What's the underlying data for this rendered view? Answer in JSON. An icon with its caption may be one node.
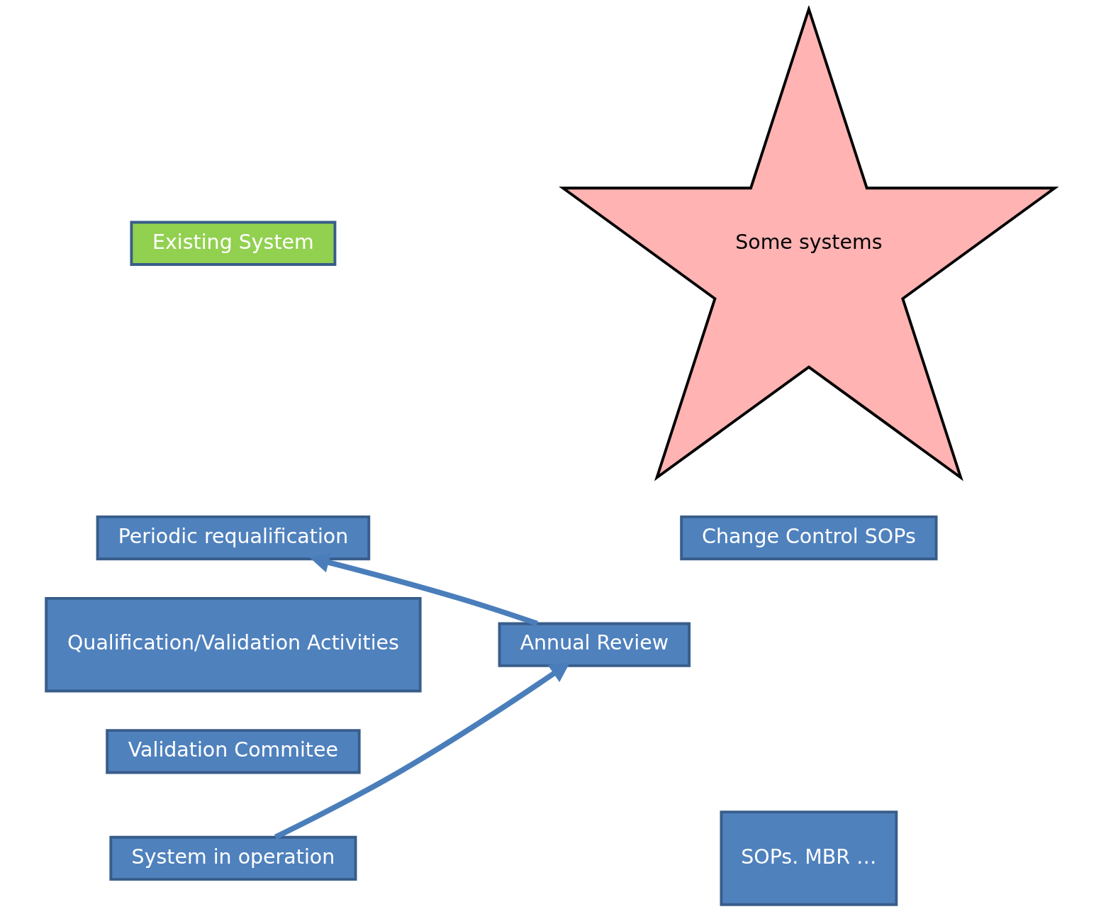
{
  "diagram": {
    "nodes": [
      {
        "text": [
          "Existing System"
        ]
      },
      {
        "text": [
          "Periodic requalification"
        ]
      },
      {
        "text": [
          "Qualification/Validation Activities"
        ]
      },
      {
        "text": [
          "Validation Commitee"
        ]
      },
      {
        "text": [
          "System in operation"
        ]
      },
      {
        "text": [
          "Annual Review"
        ]
      },
      {
        "text": [
          "Some systems"
        ]
      },
      {
        "text": [
          "Change Control SOPs"
        ]
      },
      {
        "text": [
          "SOPs. MBR …"
        ]
      }
    ],
    "edges": [
      {
        "from": 4,
        "to": 5,
        "arrow": "to"
      },
      {
        "from": 5,
        "to": 1,
        "arrow": "to"
      }
    ]
  }
}
